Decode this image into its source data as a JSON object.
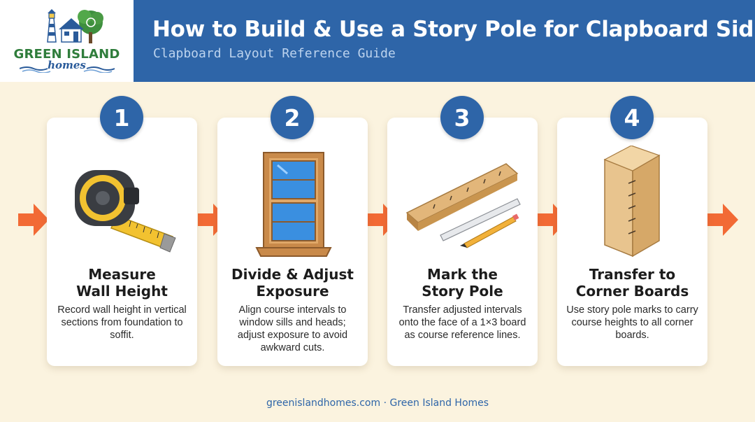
{
  "header": {
    "title": "How to Build & Use a Story Pole for Clapboard Siding",
    "subtitle": "Clapboard Layout Reference Guide"
  },
  "logo": {
    "name": "GREEN ISLAND",
    "sub": "homes"
  },
  "steps": [
    {
      "number": "1",
      "title_line1": "Measure",
      "title_line2": "Wall Height",
      "description": "Record wall height in vertical sections from foundation to soffit.",
      "icon": "tape-measure-icon"
    },
    {
      "number": "2",
      "title_line1": "Divide & Adjust",
      "title_line2": "Exposure",
      "description": "Align course intervals to window sills and heads; adjust exposure to avoid awkward cuts.",
      "icon": "window-icon"
    },
    {
      "number": "3",
      "title_line1": "Mark the",
      "title_line2": "Story Pole",
      "description": "Transfer adjusted intervals onto the face of a 1×3 board as course reference lines.",
      "icon": "marked-board-icon"
    },
    {
      "number": "4",
      "title_line1": "Transfer to",
      "title_line2": "Corner Boards",
      "description": "Use story pole marks to carry course heights to all corner boards.",
      "icon": "corner-board-icon"
    }
  ],
  "colors": {
    "header_blue": "#2e65a8",
    "arrow_orange": "#f26a35",
    "background_cream": "#fbf3df",
    "logo_green": "#2f7d3b"
  },
  "footer": {
    "text": "greenislandhomes.com · Green Island Homes"
  }
}
